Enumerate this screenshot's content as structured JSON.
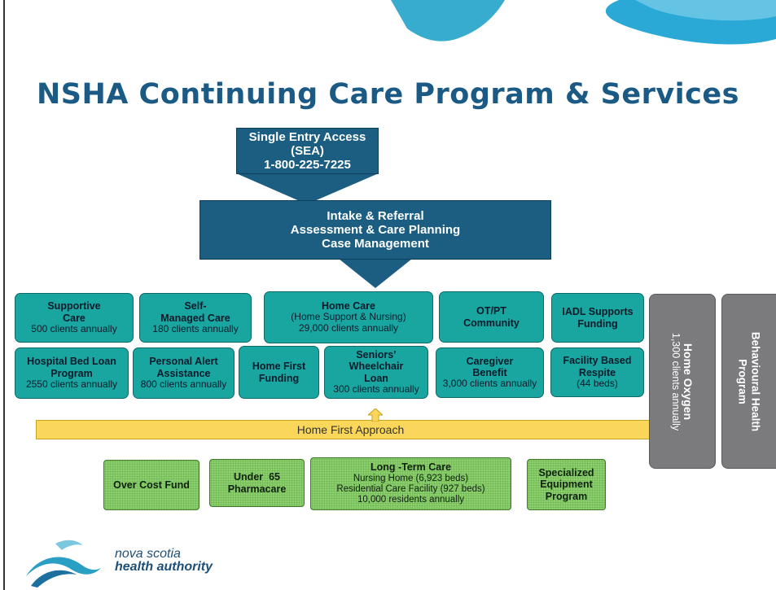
{
  "title": "NSHA Continuing Care Program & Services",
  "sea": {
    "line1": "Single Entry Access (SEA)",
    "line2": "1-800-225-7225"
  },
  "intake": {
    "line1": "Intake & Referral",
    "line2": "Assessment & Care Planning",
    "line3": "Case Management"
  },
  "services_row1": [
    {
      "name": "Supportive",
      "name2": "Care",
      "detail": "500 clients annually"
    },
    {
      "name": "Self-",
      "name2": "Managed Care",
      "detail": "180 clients annually"
    },
    {
      "name": "Home Care",
      "sub": "(Home Support & Nursing)",
      "detail": "29,000 clients annually"
    },
    {
      "name": "OT/PT",
      "name2": "Community"
    },
    {
      "name": "IADL Supports",
      "name2": "Funding"
    }
  ],
  "services_row2": [
    {
      "name": "Hospital Bed Loan",
      "name2": "Program",
      "detail": "2550 clients annually"
    },
    {
      "name": "Personal Alert",
      "name2": "Assistance",
      "detail": "800 clients annually"
    },
    {
      "name": "Home First",
      "name2": "Funding"
    },
    {
      "name": "Seniors’",
      "name2": "Wheelchair",
      "name3": "Loan",
      "detail": "300 clients annually"
    },
    {
      "name": "Caregiver",
      "name2": "Benefit",
      "detail": "3,000 clients annually"
    },
    {
      "name": "Facility Based",
      "name2": "Respite",
      "detail": "(44 beds)"
    }
  ],
  "home_oxygen": {
    "name": "Home Oxygen",
    "detail": "1,300 clients annually"
  },
  "behavioural": {
    "line1": "Behavioural Health",
    "line2": "Program"
  },
  "approach": "Home First Approach",
  "bottom": [
    {
      "name": "Over Cost Fund"
    },
    {
      "name": "Under  65",
      "name2": "Pharmacare"
    },
    {
      "name": "Long -Term Care",
      "l1": "Nursing Home (6,923 beds)",
      "l2": "Residential Care Facility (927 beds)",
      "l3": "10,000 residents annually"
    },
    {
      "name": "Specialized",
      "name2": "Equipment",
      "name3": "Program"
    }
  ],
  "logo": {
    "line1": "nova scotia",
    "line2": "health authority"
  },
  "colors": {
    "navy": "#1b5e82",
    "teal": "#19a5a0",
    "title": "#1a5a84",
    "green": "#8ccf6e",
    "yellow": "#fad75a",
    "grey": "#7b7b7d"
  }
}
